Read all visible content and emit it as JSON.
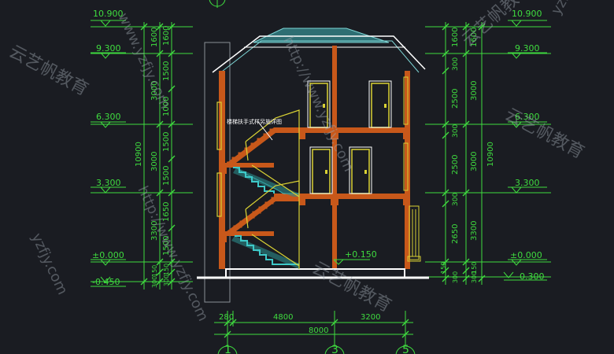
{
  "colors": {
    "background": "#1a1c22",
    "dimension": "#3fdc3f",
    "wall": "#c8581a",
    "roof": "#7fd6d6",
    "door": "#d9d234",
    "stair": "#d9d234",
    "stair_hatch": "#3ec9c9",
    "white": "#ffffff"
  },
  "left_levels": [
    {
      "key": "lv10900",
      "label": "10.900"
    },
    {
      "key": "lv9300",
      "label": "9.300"
    },
    {
      "key": "lv6300",
      "label": "6.300"
    },
    {
      "key": "lv3300",
      "label": "3.300"
    },
    {
      "key": "lv0000",
      "label": "±0.000"
    },
    {
      "key": "lvm0450",
      "label": "-0.450"
    }
  ],
  "right_levels": [
    {
      "key": "r10900",
      "label": "10.900"
    },
    {
      "key": "r9300",
      "label": "9.300"
    },
    {
      "key": "r6300",
      "label": "6.300"
    },
    {
      "key": "r3300",
      "label": "3.300"
    },
    {
      "key": "r0000",
      "label": "±0.000"
    },
    {
      "key": "rm0300",
      "label": "-0.300"
    }
  ],
  "left_dims_inner": [
    "1600",
    "1500",
    "1000",
    "1500",
    "1500",
    "1650",
    "1500",
    "150",
    "300"
  ],
  "left_dims_mid": [
    "1600",
    "3000",
    "3000",
    "3300",
    "150",
    "300"
  ],
  "left_dims_total": "10900",
  "right_dims_inner": [
    "1600",
    "300",
    "2500",
    "300",
    "2500",
    "300",
    "2650",
    "150",
    "300"
  ],
  "right_dims_mid": [
    "1600",
    "3000",
    "3000",
    "3300",
    "150",
    "300"
  ],
  "right_dims_total": "10900",
  "bottom_dims": {
    "d1": "280",
    "d2": "4800",
    "d3": "3200",
    "total": "8000"
  },
  "axes": [
    "1",
    "3",
    "5"
  ],
  "annotation": "楼梯扶手式样另施详图",
  "inner_level": "+0.150",
  "watermarks": [
    "www.yzfjy.com",
    "http://www.yzfjy.com",
    "云艺帆教育",
    "http://www.yzfjy.com",
    "云艺帆教育",
    "云艺帆教育",
    "yzfjy.com",
    "yzfjy.com",
    "云艺帆教育"
  ]
}
